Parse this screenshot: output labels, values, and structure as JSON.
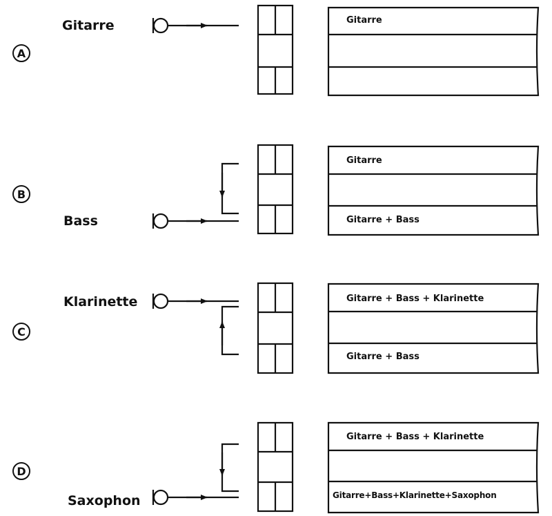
{
  "panels": [
    {
      "letter": "A",
      "instrument": "Gitarre",
      "tracks": {
        "top": "Gitarre",
        "middle": "",
        "bottom": ""
      }
    },
    {
      "letter": "B",
      "instrument": "Bass",
      "tracks": {
        "top": "Gitarre",
        "middle": "",
        "bottom": "Gitarre + Bass"
      }
    },
    {
      "letter": "C",
      "instrument": "Klarinette",
      "tracks": {
        "top": "Gitarre + Bass + Klarinette",
        "middle": "",
        "bottom": "Gitarre + Bass"
      }
    },
    {
      "letter": "D",
      "instrument": "Saxophon",
      "tracks": {
        "top": "Gitarre + Bass + Klarinette",
        "middle": "",
        "bottom": "Gitarre+Bass+Klarinette+Saxophon"
      }
    }
  ]
}
